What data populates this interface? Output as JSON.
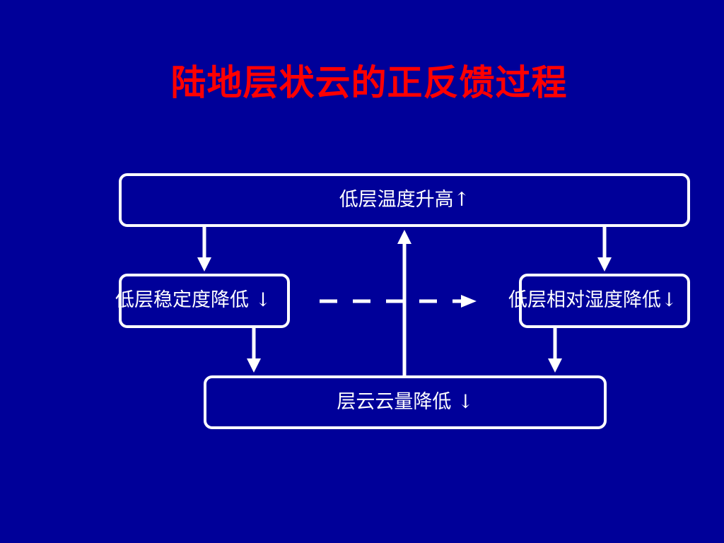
{
  "title": "陆地层状云的正反馈过程",
  "colors": {
    "background": "#000099",
    "title": "#ff0000",
    "foreground": "#ffffff"
  },
  "nodes": {
    "top": "低层温度升高↑",
    "left": "低层稳定度降低 ↓",
    "right": "低层相对湿度降低↓",
    "bottom": "层云云量降低 ↓"
  }
}
